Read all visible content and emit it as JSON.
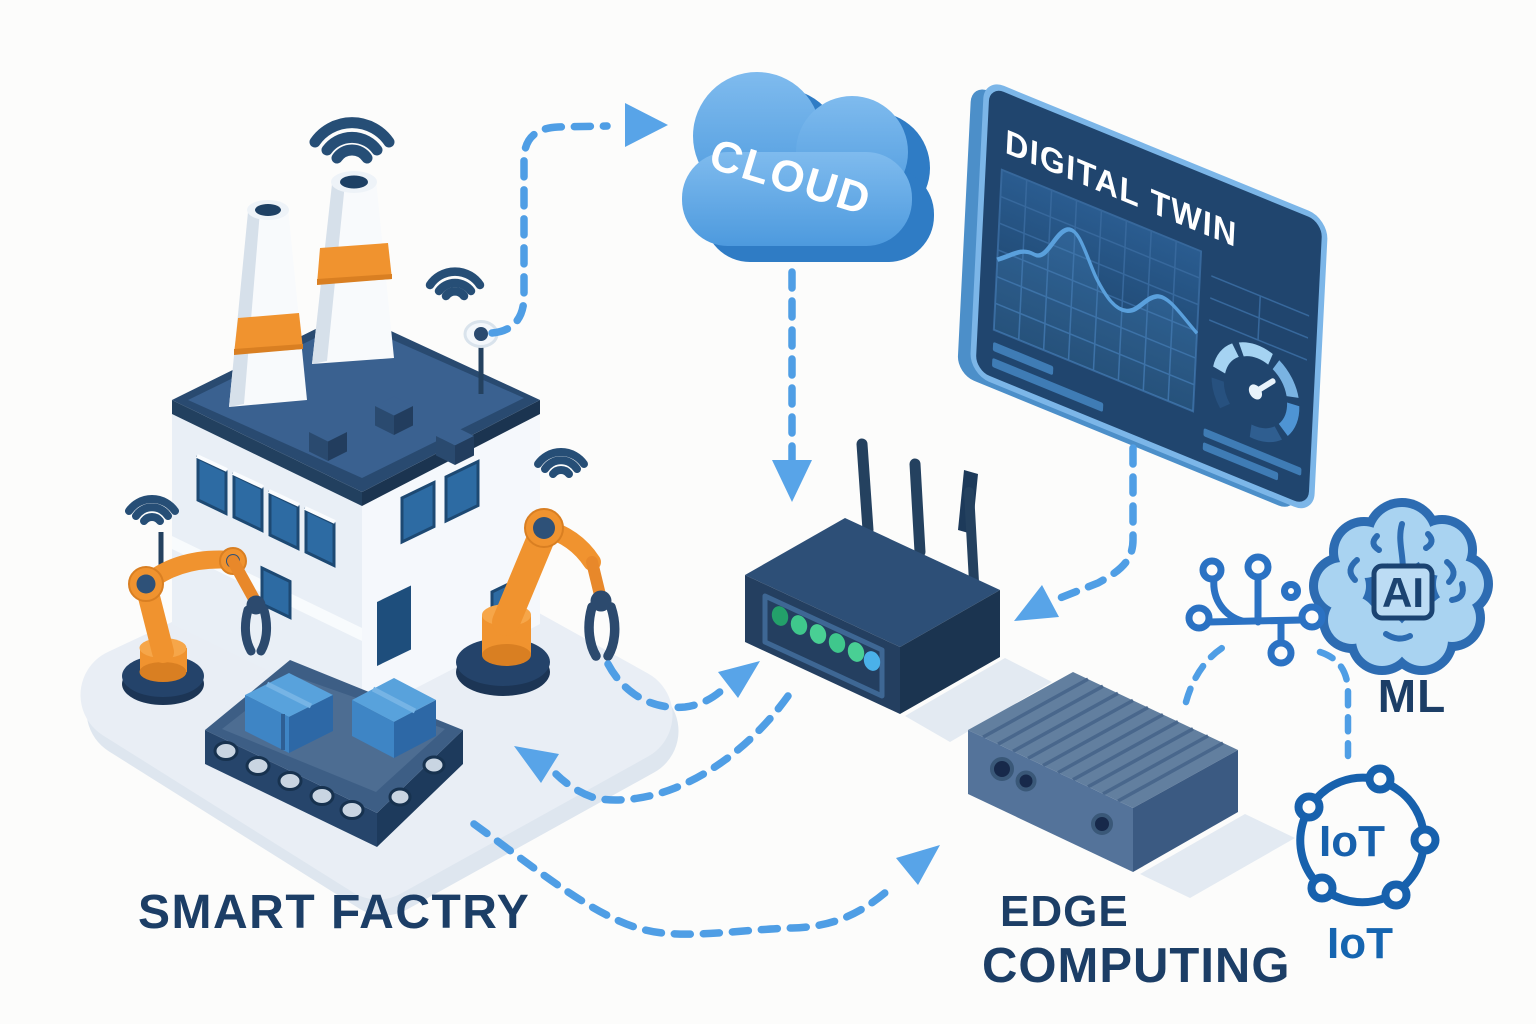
{
  "labels": {
    "cloud": "CLOUD",
    "digital_twin": "DIGITAL TWIN",
    "smart_factory": "SMART FACTRY",
    "edge_computing_line1": "EDGE",
    "edge_computing_line2": "COMPUTING",
    "ml": "ML",
    "ai": "AI",
    "iot_badge": "IoT",
    "iot_caption": "IoT"
  },
  "colors": {
    "background": "#fcfcfb",
    "connector_blue": "#4f9ee5",
    "arrow_blue": "#58a4e8",
    "label_navy": "#1c3e66",
    "iot_blue": "#1565b0",
    "circuit_blue": "#2b72c3",
    "cloud_blue": "#5ba4e5",
    "cloud_shadow_blue": "#2f7cc5",
    "panel_navy": "#20456e",
    "panel_border_blue": "#7cb6e8",
    "screen_chart_blue": "#5aa0dc",
    "device_navy": "#243f60",
    "edge_slate_blue": "#54739a",
    "robot_orange": "#f0932f",
    "led_green": "#3fc78c",
    "led_blue": "#4ab1e9"
  },
  "icons": {
    "wifi": "wifi-icon",
    "cloud": "cloud-icon",
    "digital_twin_screen": "digital-twin-screen",
    "line_chart": "line-chart-icon",
    "gauge": "gauge-icon",
    "router": "router-icon",
    "edge_device": "edge-device-icon",
    "ai_brain": "ai-brain-icon",
    "circuit_nodes": "circuit-node-icon",
    "iot_network": "iot-network-icon",
    "robot_arm": "robot-arm-icon",
    "factory": "factory-building-icon",
    "conveyor": "conveyor-belt-icon"
  }
}
